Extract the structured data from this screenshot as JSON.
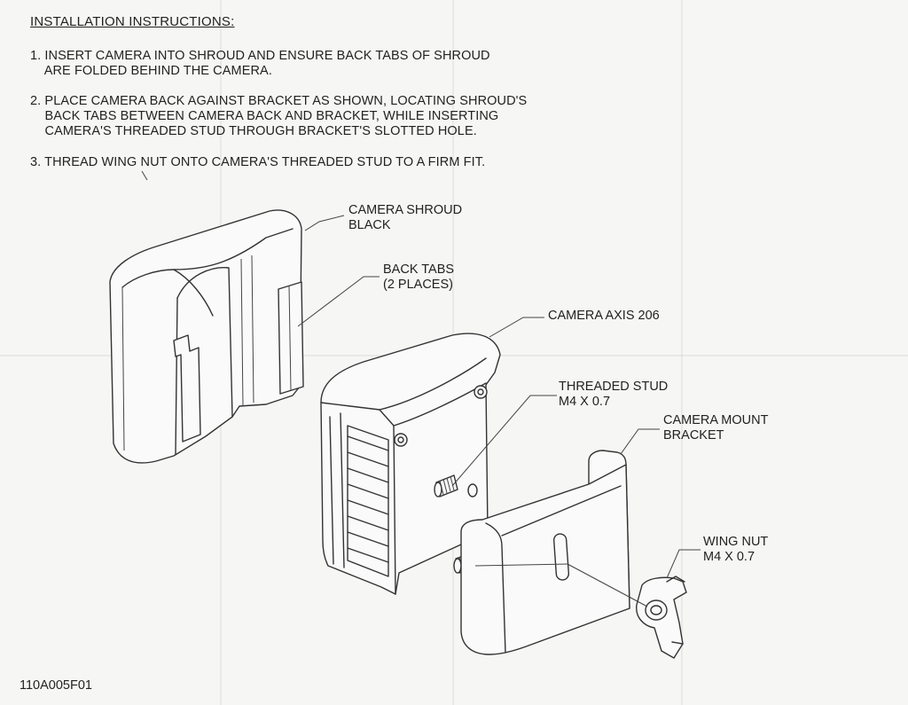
{
  "instructions": {
    "heading": "INSTALLATION INSTRUCTIONS:",
    "steps": [
      {
        "line1": "1. INSERT CAMERA INTO SHROUD AND ENSURE BACK TABS OF SHROUD",
        "line2": "    ARE FOLDED BEHIND THE CAMERA.",
        "line3": ""
      },
      {
        "line1": "2. PLACE CAMERA BACK AGAINST BRACKET AS SHOWN, LOCATING SHROUD'S",
        "line2": "    BACK TABS BETWEEN CAMERA BACK AND BRACKET, WHILE INSERTING",
        "line3": "    CAMERA'S THREADED STUD THROUGH BRACKET'S SLOTTED HOLE."
      },
      {
        "line1": "3. THREAD WING NUT ONTO CAMERA'S THREADED STUD TO A FIRM FIT.",
        "line2": "",
        "line3": ""
      }
    ]
  },
  "callouts": {
    "camera_shroud": {
      "line1": "CAMERA SHROUD",
      "line2": "BLACK"
    },
    "back_tabs": {
      "line1": "BACK TABS",
      "line2": "(2 PLACES)"
    },
    "camera_axis": {
      "line1": "CAMERA AXIS 206"
    },
    "threaded_stud": {
      "line1": "THREADED STUD",
      "line2": "M4 X 0.7"
    },
    "mount_bracket": {
      "line1": "CAMERA MOUNT",
      "line2": "BRACKET"
    },
    "wing_nut": {
      "line1": "WING NUT",
      "line2": "M4 X 0.7"
    }
  },
  "drawing_number": "110A005F01"
}
